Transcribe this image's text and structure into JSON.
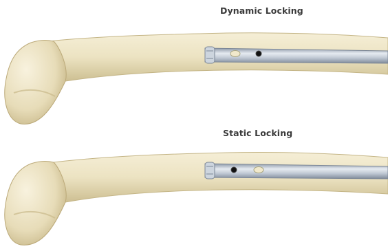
{
  "illustrations": [
    {
      "id": "dynamic",
      "label": "Dynamic Locking",
      "holes": [
        {
          "state": "open"
        },
        {
          "state": "screw"
        }
      ]
    },
    {
      "id": "static",
      "label": "Static Locking",
      "holes": [
        {
          "state": "screw"
        },
        {
          "state": "open"
        }
      ]
    }
  ],
  "colors": {
    "bone": "#ece3c2",
    "bone_shadow": "#c9bb8e",
    "bone_highlight": "#f7f1dc",
    "nail": "#b9c3cf",
    "nail_dark": "#8893a3",
    "nail_light": "#e4e9ef",
    "screw": "#111111",
    "open_hole": "#f3ecd2",
    "label_text": "#3a3a3a"
  }
}
